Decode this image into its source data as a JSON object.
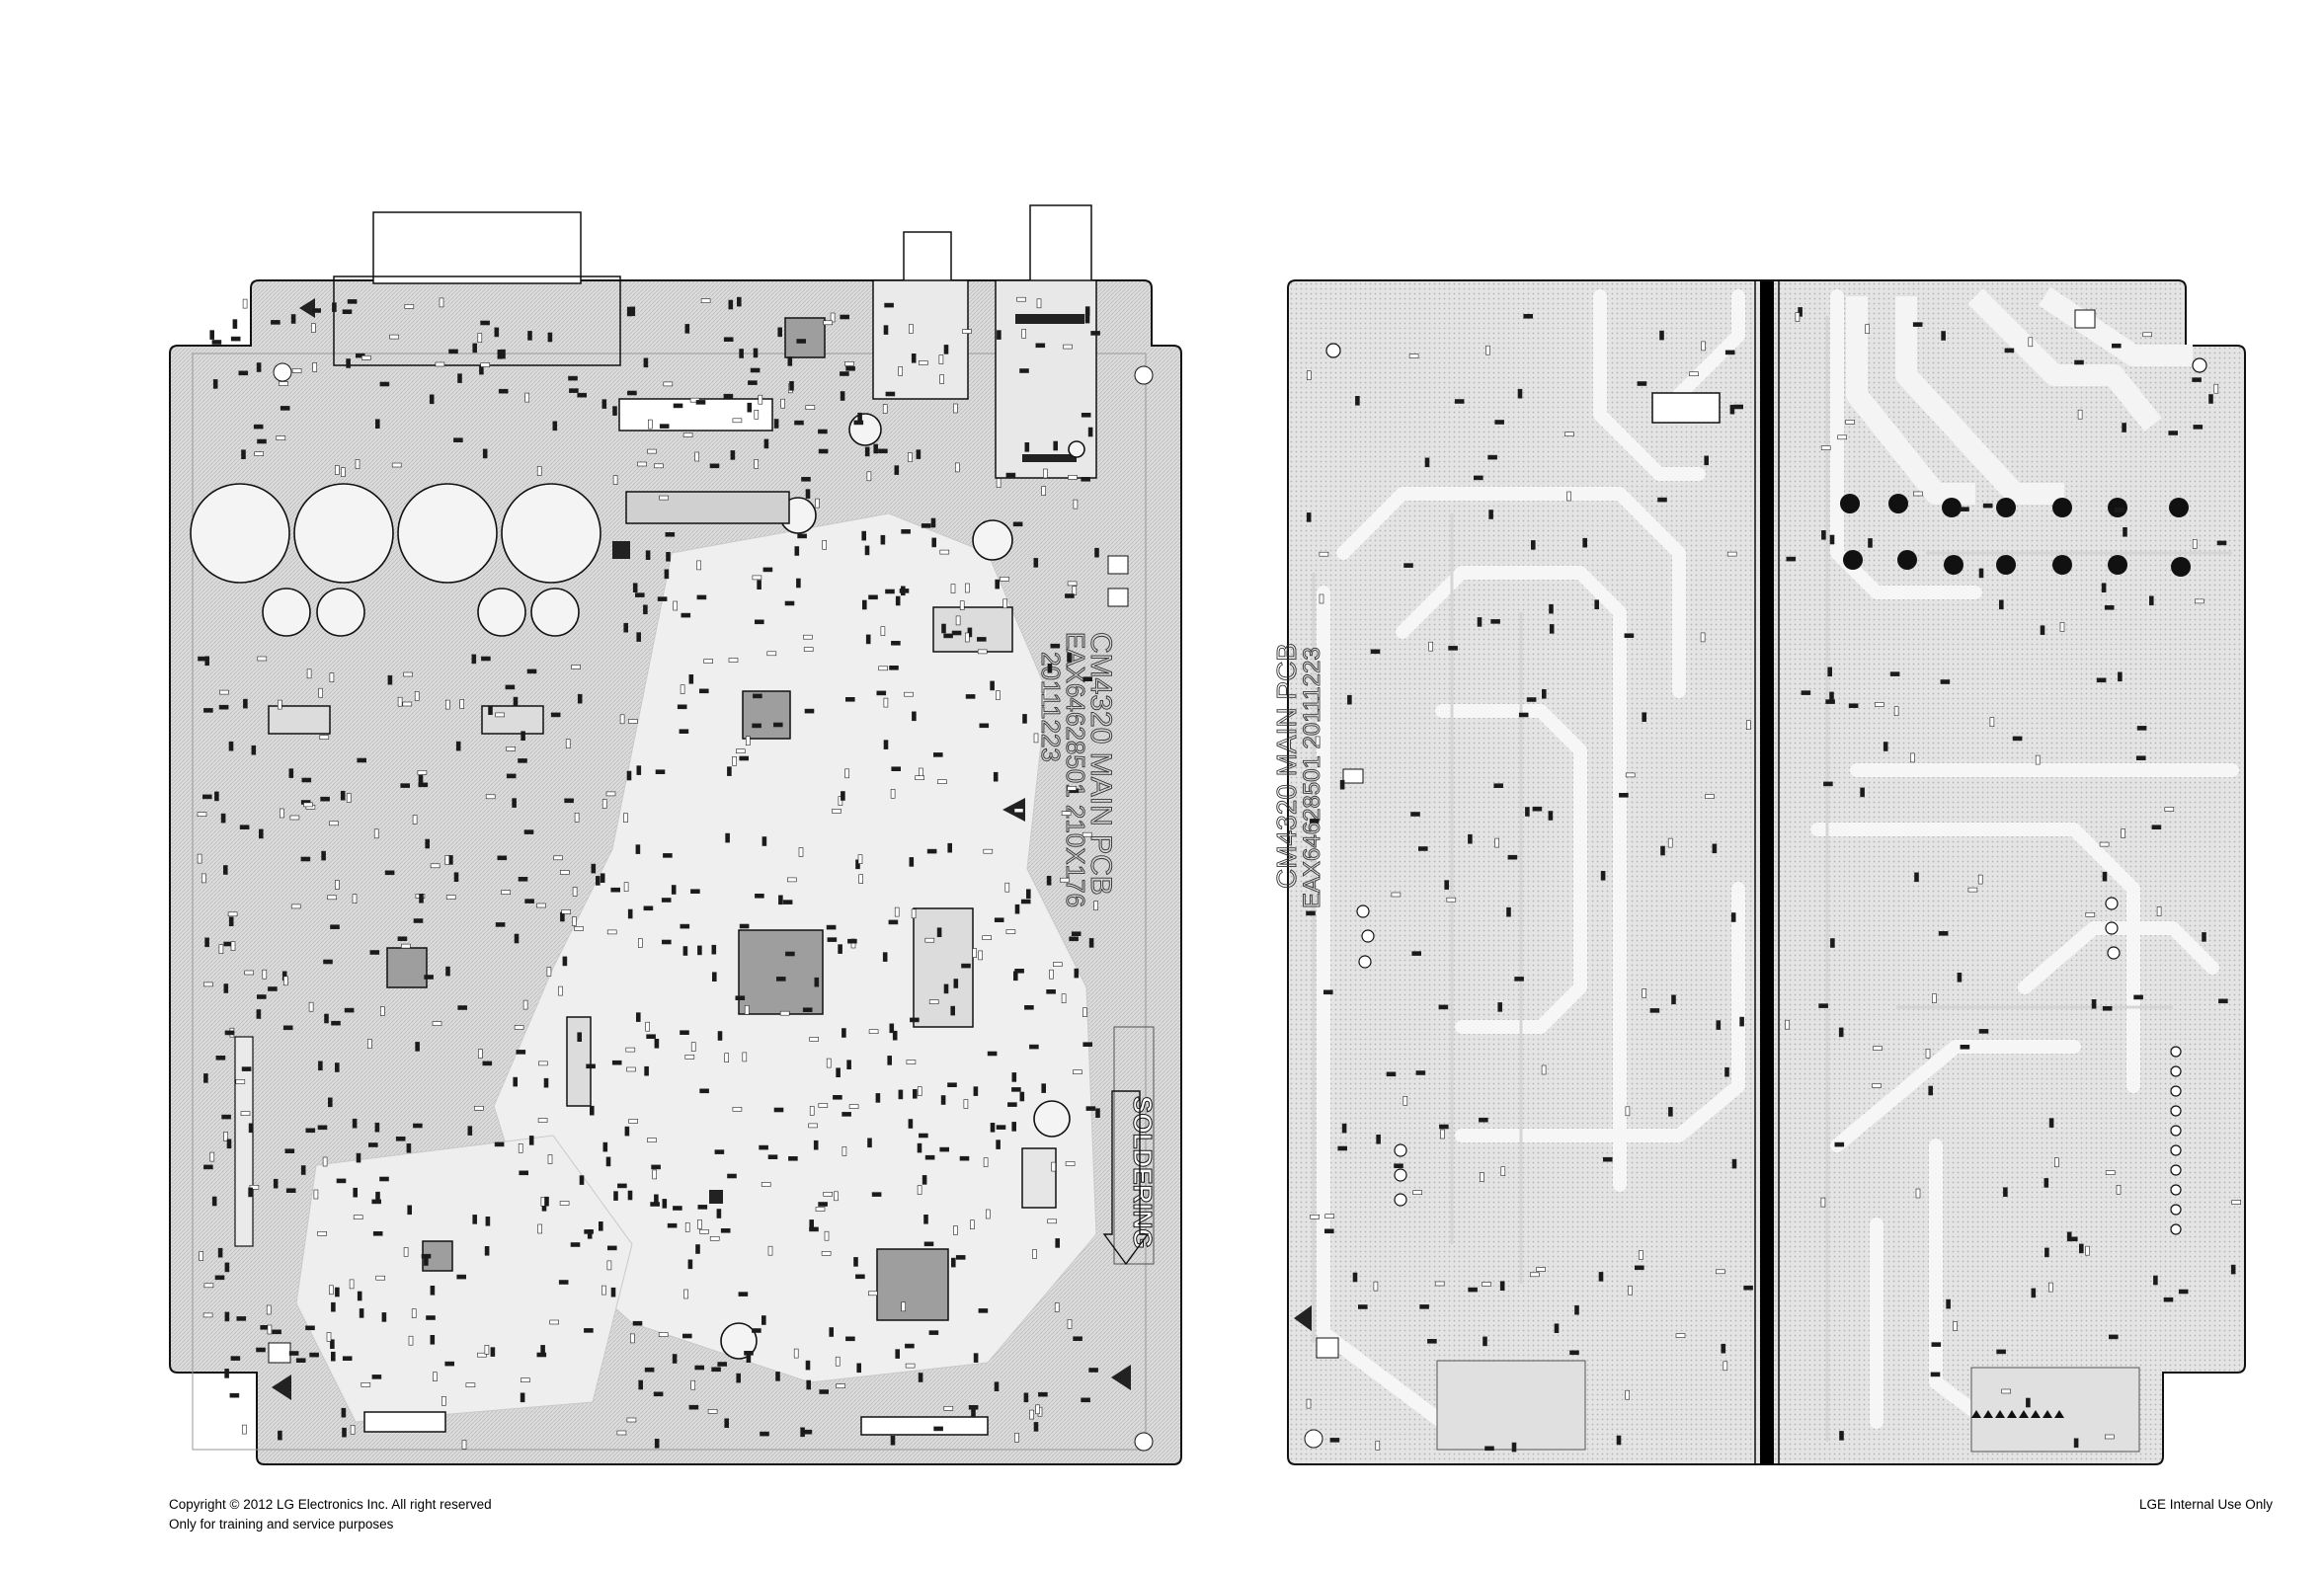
{
  "footer": {
    "copyright": "Copyright © 2012 LG Electronics Inc. All right reserved",
    "purpose": "Only for training and service purposes",
    "internal": "LGE Internal Use Only"
  },
  "boards": {
    "top": {
      "silk_title": "CM4320 MAIN PCB",
      "silk_part": "EAX64628501 210X176",
      "silk_date": "20111223",
      "soldering": "SOLDERING"
    },
    "bottom": {
      "silk_title": "CM4320 MAIN PCB",
      "silk_part": "EAX64628501  20111223"
    }
  },
  "colors": {
    "board_fill": "#d9d9d9",
    "trace_fill": "#f2f2f2",
    "outline": "#111111",
    "divider": "#000000"
  }
}
